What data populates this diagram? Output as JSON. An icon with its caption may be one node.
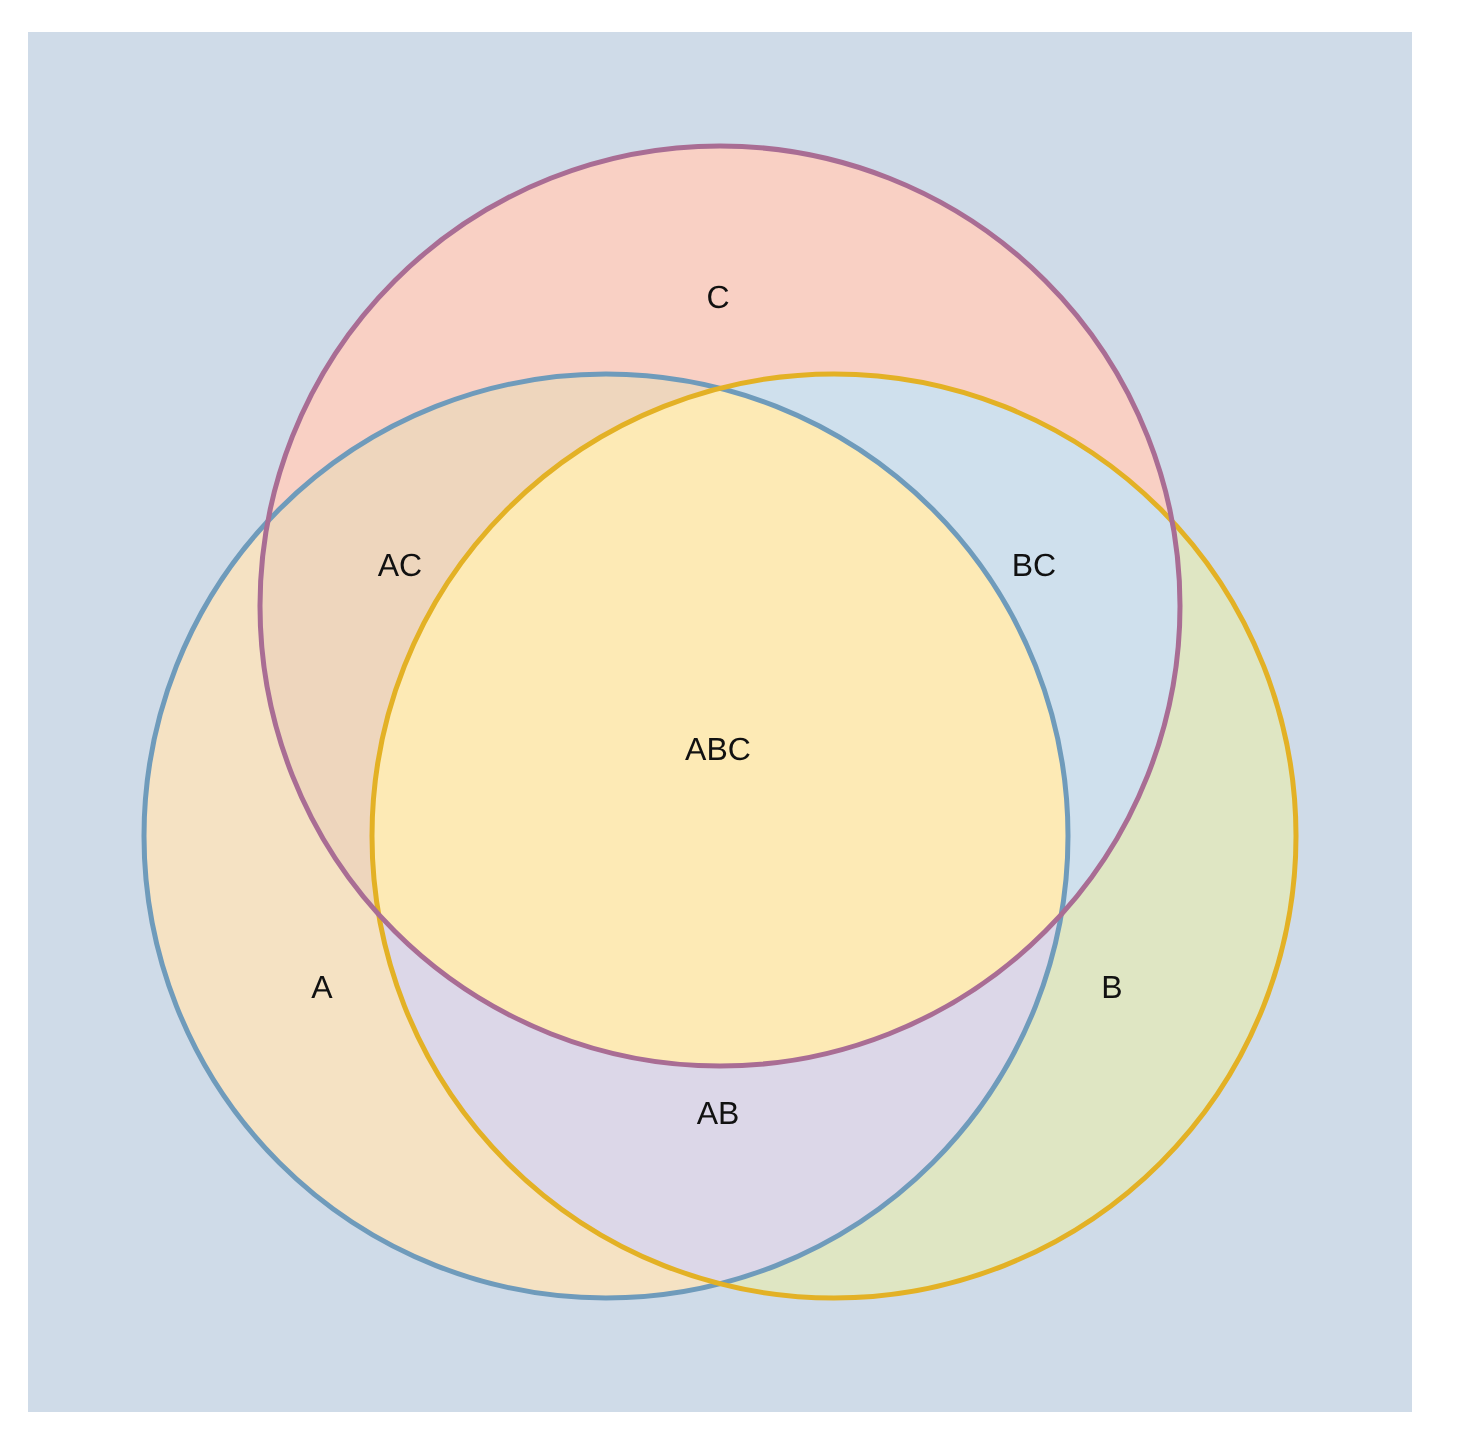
{
  "diagram": {
    "nodes": [
      {
        "text": [
          "A"
        ]
      },
      {
        "text": [
          "B"
        ]
      },
      {
        "text": [
          "C"
        ]
      }
    ],
    "labels": [
      "AC",
      "BC",
      "ABC",
      "AB"
    ]
  }
}
